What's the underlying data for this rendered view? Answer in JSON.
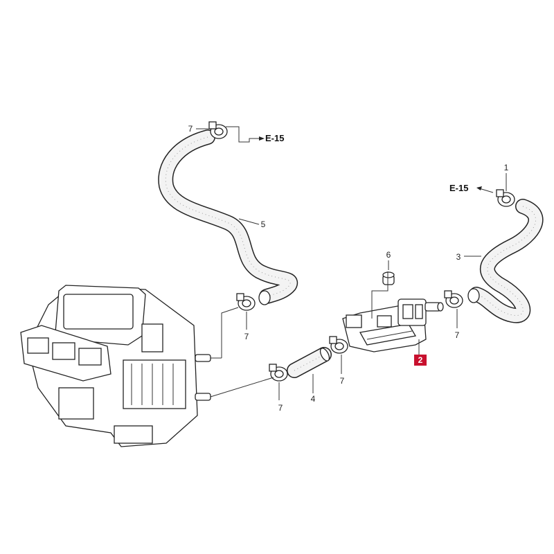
{
  "colors": {
    "highlight": "#c8102e",
    "ink": "#222222",
    "background": "#ffffff"
  },
  "refs": {
    "left_ref": "E-15",
    "right_ref": "E-15"
  },
  "callouts": {
    "c1": "1",
    "c2": "2",
    "c3": "3",
    "c4": "4",
    "c5": "5",
    "c6": "6",
    "c7_top": "7",
    "c7_heater": "7",
    "c7_lower_left": "7",
    "c7_lower_mid": "7",
    "c7_right": "7"
  }
}
